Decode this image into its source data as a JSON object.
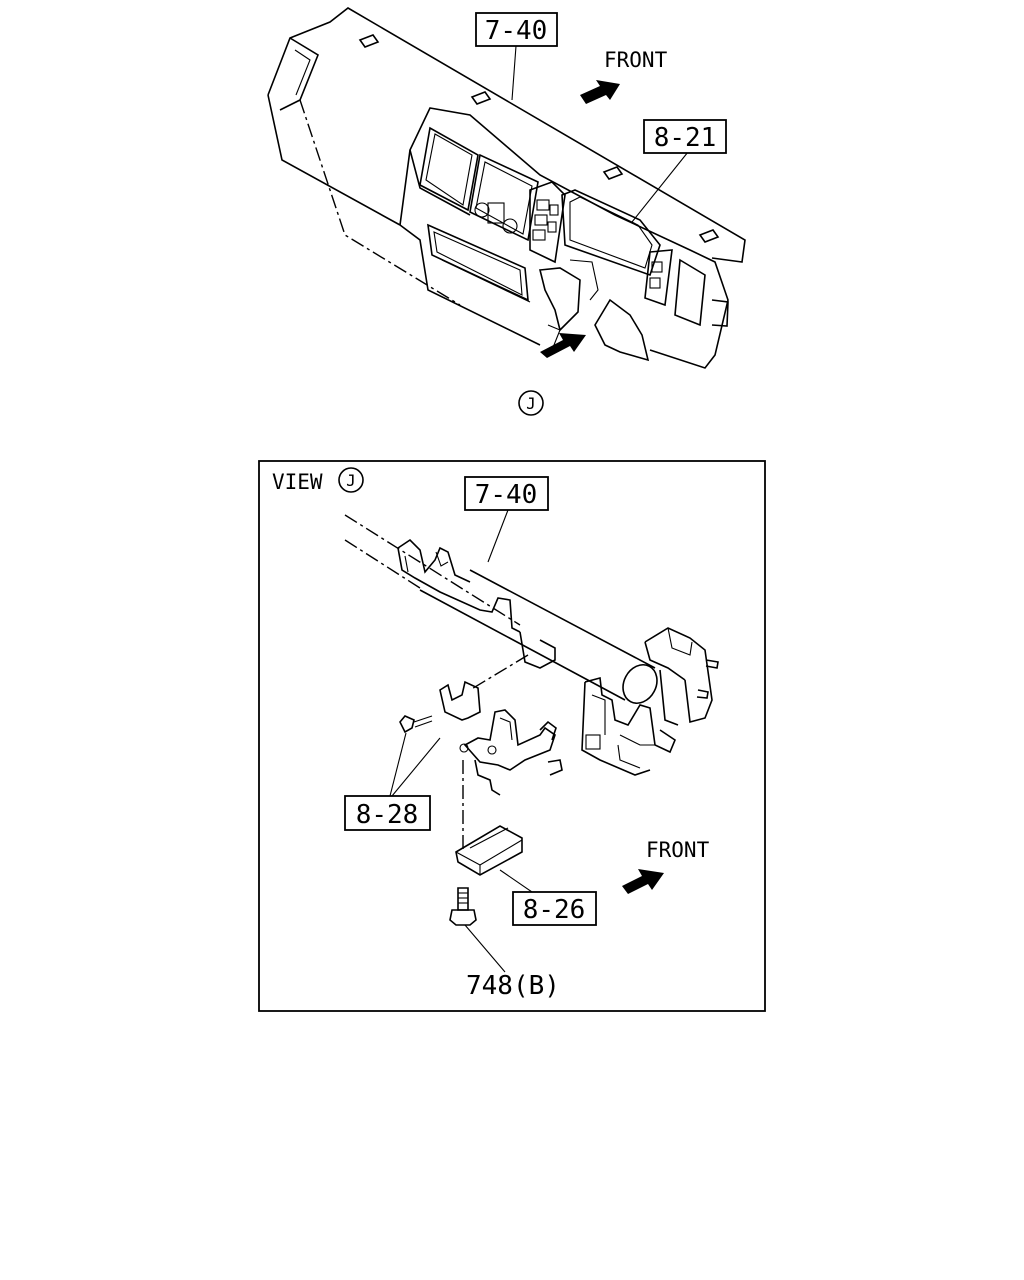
{
  "top_view": {
    "callouts": {
      "dashboard": "7-40",
      "cluster": "8-21"
    },
    "front_label": "FRONT",
    "view_marker": "J"
  },
  "detail_view": {
    "view_title": "VIEW",
    "view_marker": "J",
    "callouts": {
      "dashboard": "7-40",
      "bracket": "8-28",
      "module": "8-26"
    },
    "bolt_label": "748(B)",
    "front_label": "FRONT"
  }
}
